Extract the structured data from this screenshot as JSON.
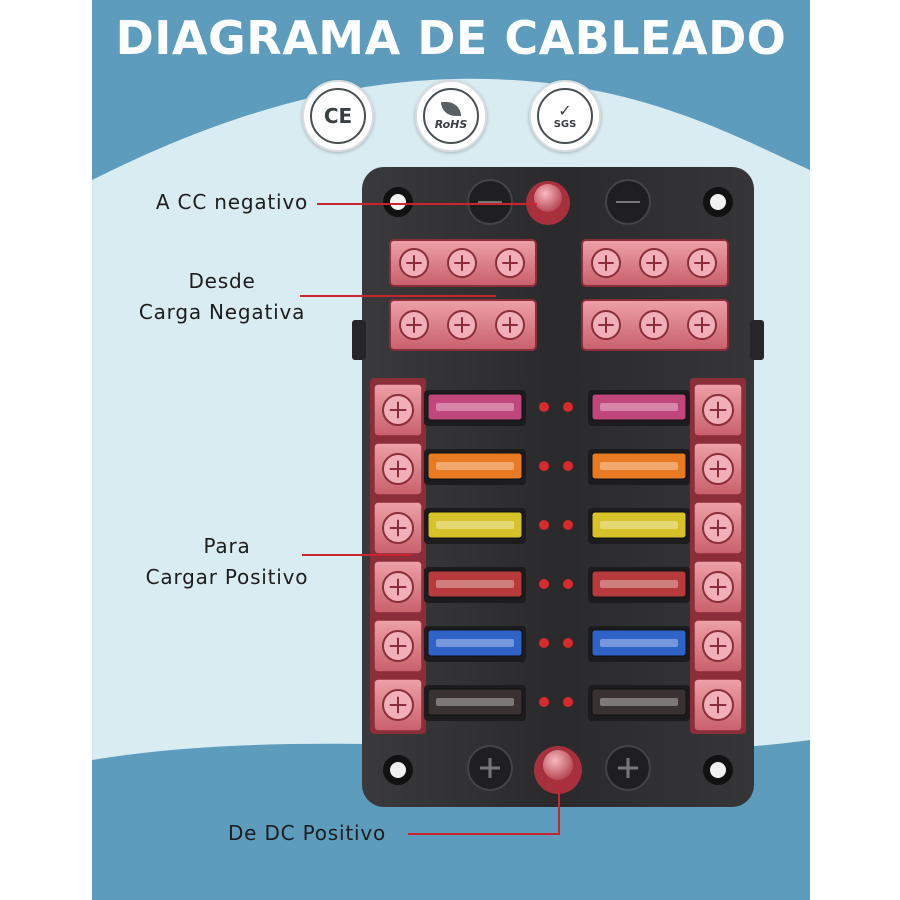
{
  "title": "DIAGRAMA DE CABLEADO",
  "badges": [
    {
      "name": "ce-mark",
      "label": "CE"
    },
    {
      "name": "rohs-mark",
      "label": "RoHS"
    },
    {
      "name": "sgs-mark",
      "label": "SGS"
    }
  ],
  "callouts": {
    "negative_dc": "A CC negativo",
    "negative_load_1": "Desde",
    "negative_load_2": "Carga Negativa",
    "positive_load_1": "Para",
    "positive_load_2": "Cargar Positivo",
    "positive_dc": "De DC Positivo"
  },
  "fuse_colors": [
    "#c0467c",
    "#e87a22",
    "#d8c22a",
    "#b93a3a",
    "#2f63c8",
    "#3a3232"
  ],
  "colors": {
    "background": "#5d9bbd",
    "accent_line": "#c8262c",
    "terminal": "#e07884",
    "housing": "#2f2f31"
  }
}
